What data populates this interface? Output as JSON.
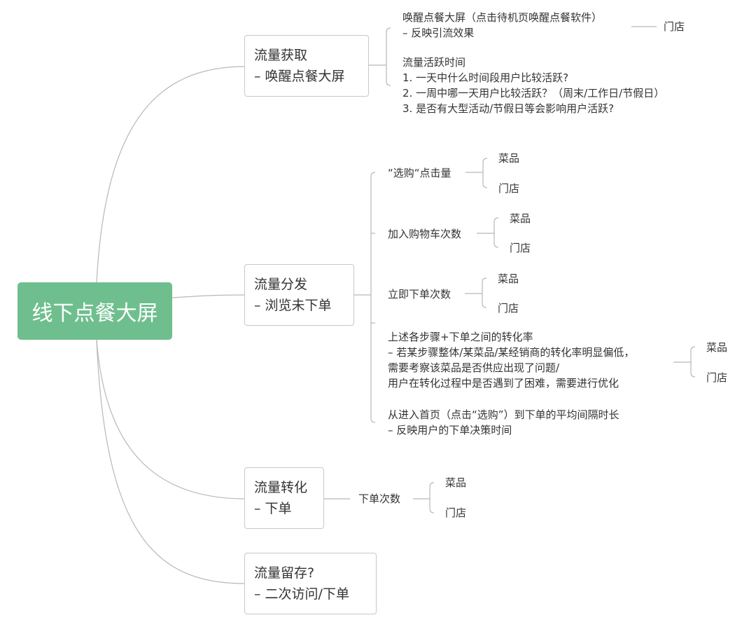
{
  "root": "线下点餐大屏",
  "branches": [
    {
      "line1": "流量获取",
      "line2": "– 唤醒点餐大屏",
      "items": [
        {
          "lines": [
            "唤醒点餐大屏（点击待机页唤醒点餐软件）",
            "– 反映引流效果"
          ],
          "leaf": "门店"
        },
        {
          "lines": [
            "流量活跃时间",
            "1. 一天中什么时间段用户比较活跃?",
            "2. 一周中哪一天用户比较活跃？（周末/工作日/节假日）",
            "3. 是否有大型活动/节假日等会影响用户活跃?"
          ]
        }
      ]
    },
    {
      "line1": "流量分发",
      "line2": "– 浏览未下单",
      "items": [
        {
          "lines": [
            "“选购“点击量"
          ],
          "leaves": [
            "菜品",
            "门店"
          ]
        },
        {
          "lines": [
            "加入购物车次数"
          ],
          "leaves": [
            "菜品",
            "门店"
          ]
        },
        {
          "lines": [
            "立即下单次数"
          ],
          "leaves": [
            "菜品",
            "门店"
          ]
        },
        {
          "lines": [
            "上述各步骤+下单之间的转化率",
            "– 若某步骤整体/某菜品/某经销商的转化率明显偏低，",
            "需要考察该菜品是否供应出现了问题/",
            "用户在转化过程中是否遇到了困难，需要进行优化"
          ],
          "leaves": [
            "菜品",
            "门店"
          ]
        },
        {
          "lines": [
            "从进入首页（点击“选购”）到下单的平均间隔时长",
            "– 反映用户的下单决策时间"
          ]
        }
      ]
    },
    {
      "line1": "流量转化",
      "line2": "– 下单",
      "items": [
        {
          "lines": [
            "下单次数"
          ],
          "leaves": [
            "菜品",
            "门店"
          ]
        }
      ]
    },
    {
      "line1": "流量留存?",
      "line2": "– 二次访问/下单",
      "items": []
    }
  ]
}
